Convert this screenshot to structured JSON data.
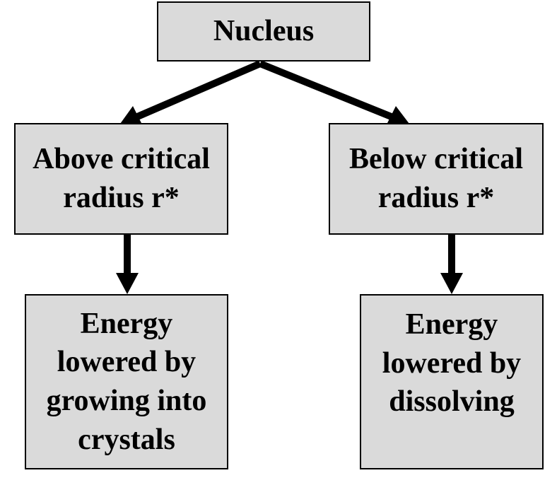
{
  "nodes": {
    "nucleus": "Nucleus",
    "above": "Above critical\nradius r*",
    "below": "Below critical\nradius r*",
    "grow": "Energy\nlowered by\ngrowing into\ncrystals",
    "dissolve": "Energy\nlowered by\ndissolving"
  },
  "edges": [
    {
      "from": "nucleus",
      "to": "above"
    },
    {
      "from": "nucleus",
      "to": "below"
    },
    {
      "from": "above",
      "to": "grow"
    },
    {
      "from": "below",
      "to": "dissolve"
    }
  ],
  "colors": {
    "box_fill": "#dadada",
    "stroke": "#000000"
  }
}
